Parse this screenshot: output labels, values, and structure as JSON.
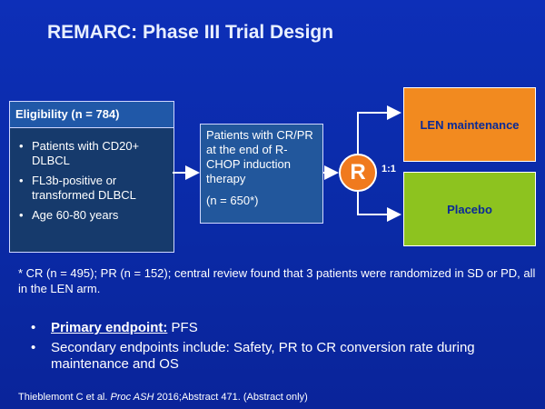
{
  "title": "REMARC: Phase III Trial Design",
  "eligibility": {
    "header": "Eligibility (n = 784)",
    "items": [
      "Patients with CD20+ DLBCL",
      "FL3b-positive or transformed DLBCL",
      "Age 60-80 years"
    ]
  },
  "patients_box": {
    "text": "Patients with CR/PR at the end of R-CHOP induction therapy",
    "n": "(n = 650*)"
  },
  "randomization": {
    "symbol": "R",
    "ratio": "1:1",
    "color": "#f07a1e"
  },
  "arms": [
    {
      "label": "LEN maintenance",
      "color": "#f28a1f"
    },
    {
      "label": "Placebo",
      "color": "#8dc31f"
    }
  ],
  "footnote": "* CR (n = 495); PR (n = 152); central review found that 3 patients were randomized in SD or PD, all in the LEN arm.",
  "endpoints": {
    "primary_label": "Primary endpoint:",
    "primary_value": " PFS",
    "secondary": "Secondary endpoints include: Safety, PR to CR conversion rate during maintenance and OS"
  },
  "citation": {
    "authors": "Thieblemont C et al. ",
    "journal": "Proc ASH",
    "rest": " 2016;Abstract 471. (Abstract only)"
  }
}
